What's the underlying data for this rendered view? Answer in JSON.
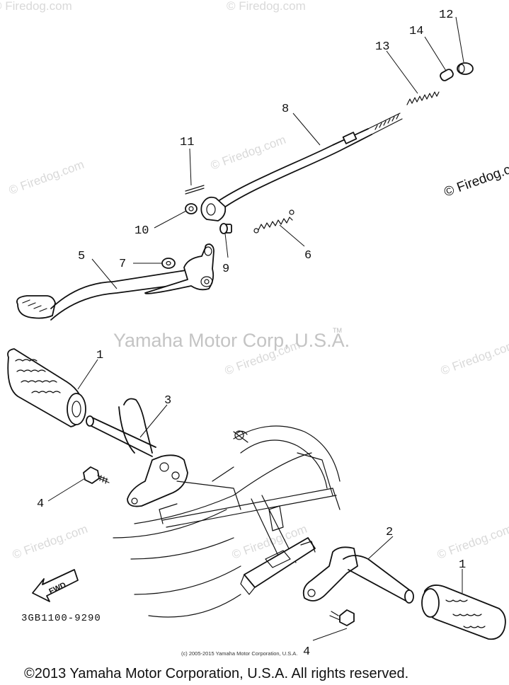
{
  "watermark": {
    "text": "© Firedog.com",
    "brand": "Yamaha Motor Corp, U.S.A.",
    "trademark": "TM"
  },
  "callouts": {
    "c12": "12",
    "c14": "14",
    "c13": "13",
    "c8": "8",
    "c11": "11",
    "c10": "10",
    "c9": "9",
    "c6": "6",
    "c5": "5",
    "c7": "7",
    "c1_top": "1",
    "c3": "3",
    "c4_left": "4",
    "c2": "2",
    "c1_right": "1",
    "c4_bottom": "4"
  },
  "fwd_label": "FWD",
  "part_number": "3GB1100-9290",
  "small_copyright": "(c) 2005-2015 Yamaha Motor Corporation, U.S.A.",
  "footer": "©2013 Yamaha Motor Corporation, U.S.A. All rights reserved."
}
